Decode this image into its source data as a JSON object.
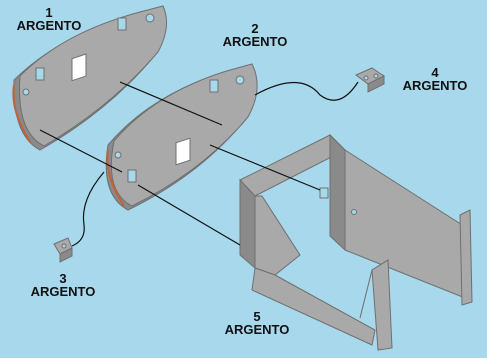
{
  "colors": {
    "background": "#a8d8ec",
    "panel_fill": "#a9a9a9",
    "panel_edge": "#6f6f6f",
    "panel_shadow": "#8a8a8a",
    "accent_edge": "#c2613a",
    "leader_line": "#111111",
    "label_text": "#111111"
  },
  "parts": [
    {
      "number": "1",
      "material": "ARGENTO"
    },
    {
      "number": "2",
      "material": "ARGENTO"
    },
    {
      "number": "3",
      "material": "ARGENTO"
    },
    {
      "number": "4",
      "material": "ARGENTO"
    },
    {
      "number": "5",
      "material": "ARGENTO"
    }
  ]
}
